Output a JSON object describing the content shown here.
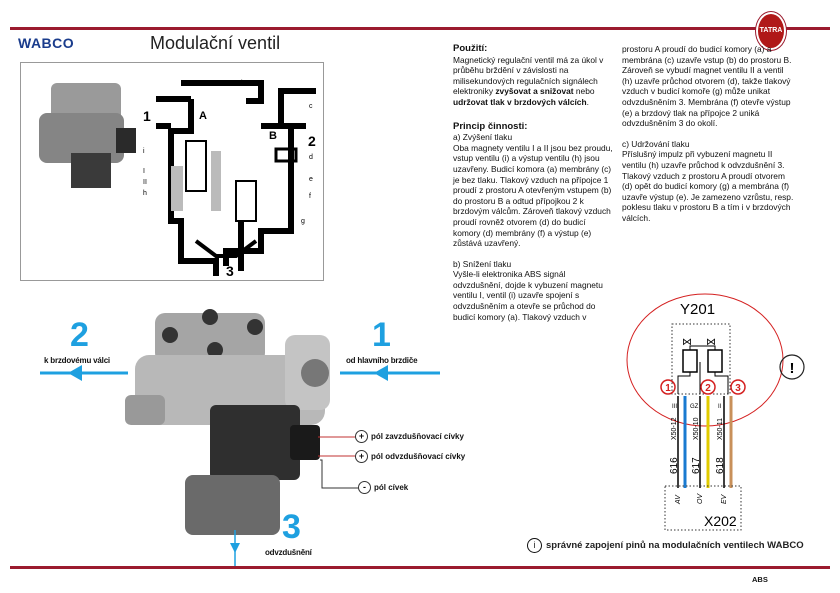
{
  "header": {
    "brand": "WABCO",
    "title": "Modulační ventil",
    "logo_text": "TATRA"
  },
  "diagram": {
    "labels": {
      "a": "a",
      "b": "b",
      "c": "c",
      "d": "d",
      "e": "e",
      "f": "f",
      "g": "g",
      "h": "h",
      "i": "i",
      "I": "I",
      "II": "II",
      "port1": "1",
      "port2": "2",
      "port3": "3",
      "A": "A",
      "B": "B"
    }
  },
  "photo": {
    "port2": {
      "num": "2",
      "label": "k brzdovému válci"
    },
    "port1": {
      "num": "1",
      "label": "od hlavního brzdiče"
    },
    "port3": {
      "num": "3",
      "label": "odvzdušnění"
    },
    "pins": [
      {
        "sign": "+",
        "label": "pól zavzdušňovací cívky"
      },
      {
        "sign": "+",
        "label": "pól odvzdušňovací cívky"
      },
      {
        "sign": "-",
        "label": "pól cívek"
      }
    ]
  },
  "text": {
    "use_heading": "Použití:",
    "use_body_1": "Magnetický regulační ventil má za úkol v průběhu brždění v závislosti na milisekundových regulačních signálech elektroniky ",
    "use_bold_1": "zvyšovat a snižovat",
    "use_body_2": " nebo ",
    "use_bold_2": "udržovat tlak v brzdových válcích",
    "use_end": ".",
    "principle_heading": "Princip činnosti:",
    "a_title": "a) Zvýšení tlaku",
    "a_body": "Oba magnety ventilu I a II jsou bez proudu, vstup ventilu (i) a výstup ventilu (h) jsou uzavřeny. Budicí komora (a) membrány (c) je bez tlaku. Tlakový vzduch na přípojce 1 proudí z prostoru A otevřeným vstupem (b) do prostoru B a odtud přípojkou 2 k brzdovým válcům. Zároveň tlakový vzduch proudí rovněž otvorem (d) do budicí komory (d) membrány (f) a výstup (e) zůstává uzavřený.",
    "b_title": "b) Snížení tlaku",
    "b_body": "Vyšle-li elektronika ABS signál odvzdušnění, dojde k vybuzení magnetu ventilu I, ventil (i) uzavře spojení s odvzdušněním a otevře se průchod do budicí komory (a). Tlakový vzduch v",
    "b_body_cont": "prostoru A proudí do budicí komory (a) a membrána (c) uzavře vstup (b) do prostoru B. Zároveň se vybudí magnet ventilu II a ventil (h) uzavře průchod otvorem (d), takže tlakový vzduch v budicí komoře (g) může unikat odvzdušněním 3. Membrána (f) otevře výstup (e) a brzdový tlak na přípojce 2 uniká odvzdušněním 3 do okolí.",
    "c_title": "c) Udržování tlaku",
    "c_body": "Příslušný impulz při vybuzení magnetu II ventilu (h) uzavře průchod k odvzdušnění 3. Tlakový vzduch z prostoru A proudí otvorem (d) opět do budicí komory (g) a membrána (f) uzavře výstup (e). Je zamezeno vzrůstu, resp. poklesu tlaku v prostoru B a tím i v brzdových válcích."
  },
  "wiring": {
    "component": "Y201",
    "connector": "X202",
    "markers": [
      "1",
      "2",
      "3"
    ],
    "terminals": [
      "X50-12",
      "X50-10",
      "X50-11"
    ],
    "wire_numbers": [
      "616",
      "617",
      "618"
    ],
    "pin_labels": [
      "AV",
      "OV",
      "EV"
    ],
    "marks": [
      "III",
      "GZ",
      "II"
    ],
    "warning": "!",
    "colors": {
      "wire1": "#1a7ad0",
      "wire2": "#e2cc00",
      "wire3": "#c8905a",
      "circle": "#d42020"
    }
  },
  "footer": {
    "info_icon": "i",
    "note": "správné zapojení pinů na modulačních ventilech WABCO",
    "section": "ABS"
  },
  "colors": {
    "accent_red": "#9b1b2e",
    "brand_blue": "#1a3c8c",
    "arrow_blue": "#1ea0e0"
  }
}
